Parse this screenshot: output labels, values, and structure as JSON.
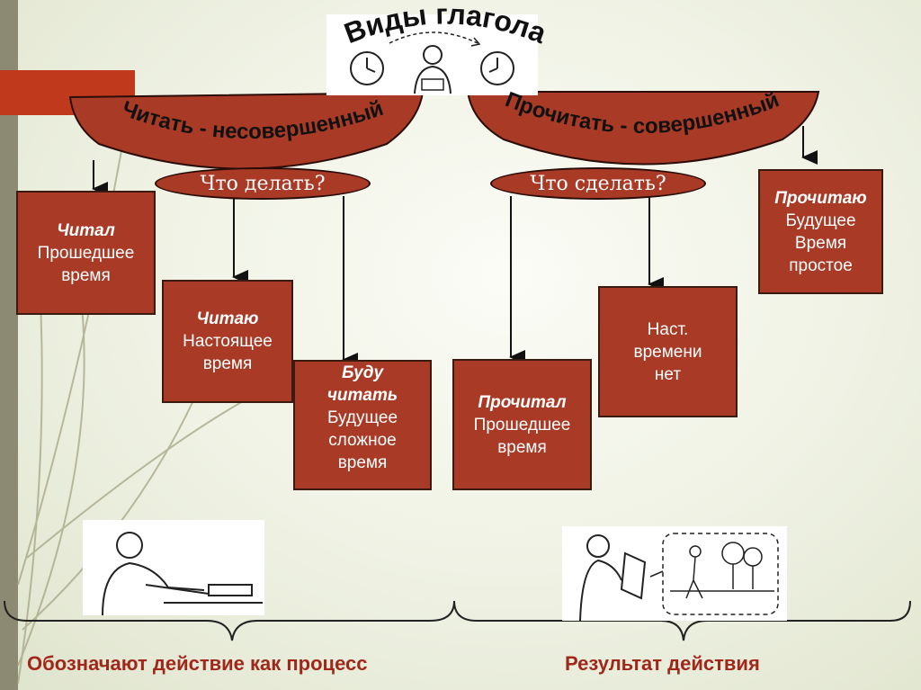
{
  "title": "Виды глагола",
  "aspects": {
    "imperfective": "Читать - несовершенный",
    "perfective": "Прочитать - совершенный"
  },
  "questions": {
    "imperfective": "Что делать?",
    "perfective": "Что сделать?"
  },
  "boxes": {
    "past_imperfective": {
      "verb": "Читал",
      "line1": "Прошедшее",
      "line2": "время"
    },
    "present": {
      "verb": "Читаю",
      "line1": "Настоящее",
      "line2": "время"
    },
    "future_compound": {
      "verb": "Буду",
      "verb2": "читать",
      "line1": "Будущее",
      "line2": "сложное",
      "line3": "время"
    },
    "past_perfective": {
      "verb": "Прочитал",
      "line1": "Прошедшее",
      "line2": "время"
    },
    "no_present": {
      "line1": "Наст.",
      "line2": "времени",
      "line3": "нет"
    },
    "future_simple": {
      "verb": "Прочитаю",
      "line1": "Будущее",
      "line2": "Время",
      "line3": "простое"
    }
  },
  "footer": {
    "left": "Обозначают действие как процесс",
    "right": "Результат действия"
  },
  "colors": {
    "box_fill": "#a93a26",
    "accent_red": "#c0391c",
    "footer_text": "#a0281a"
  }
}
